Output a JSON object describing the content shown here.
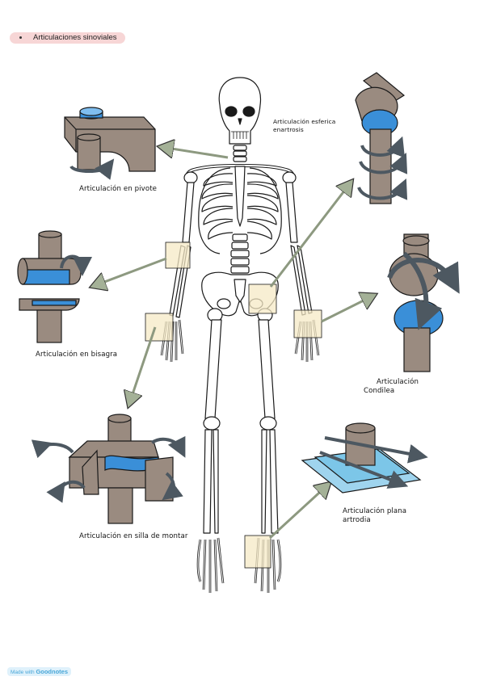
{
  "header": {
    "bullet_text": "Articulaciones sinoviales"
  },
  "labels": {
    "pivote": "Articulación en pivote",
    "esferica_line1": "Articulación esferica",
    "esferica_line2": "enartrosis",
    "bisagra": "Articulación en bisagra",
    "condilea_line1": "Articulación",
    "condilea_line2": "Condilea",
    "silla": "Articulación en silla de montar",
    "plana_line1": "Articulación plana",
    "plana_line2": "artrodia"
  },
  "footer": {
    "made_with": "Made with",
    "brand": "Goodnotes"
  },
  "colors": {
    "bone_tan": "#9a8b80",
    "cartilage_blue": "#3a8fd8",
    "arrow_green": "#a4b197",
    "rotation_gray": "#4d5861",
    "highlight_yellow": "#f6e9c6",
    "pill_pink": "#f7d6d6"
  }
}
